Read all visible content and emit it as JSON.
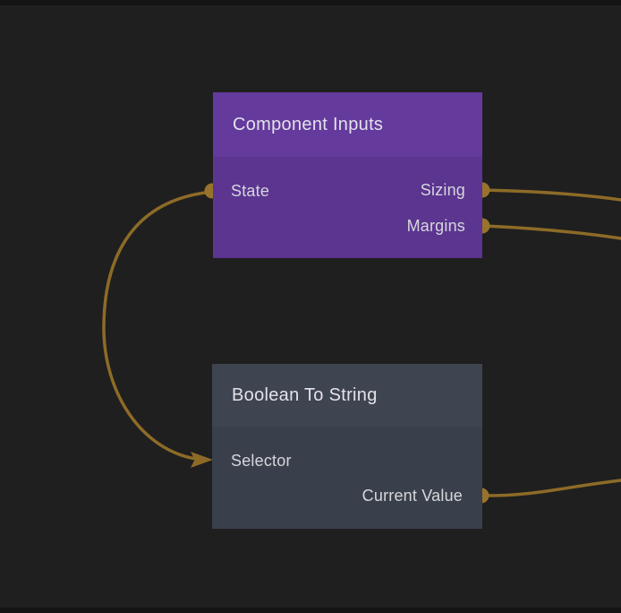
{
  "canvas": {
    "background": "#1f1f1f",
    "edge_strip_color": "#141414"
  },
  "wire": {
    "color": "#8d6b27",
    "port_color": "#97732c"
  },
  "nodes": [
    {
      "title": "Component Inputs",
      "header_color": "#643a9c",
      "body_color": "#5b3590",
      "inputs": [
        {
          "label": "State"
        }
      ],
      "outputs": [
        {
          "label": "Sizing"
        },
        {
          "label": "Margins"
        }
      ]
    },
    {
      "title": "Boolean To String",
      "header_color": "#3e4450",
      "body_color": "#3a404b",
      "inputs": [
        {
          "label": "Selector"
        }
      ],
      "outputs": [
        {
          "label": "Current Value"
        }
      ]
    }
  ]
}
